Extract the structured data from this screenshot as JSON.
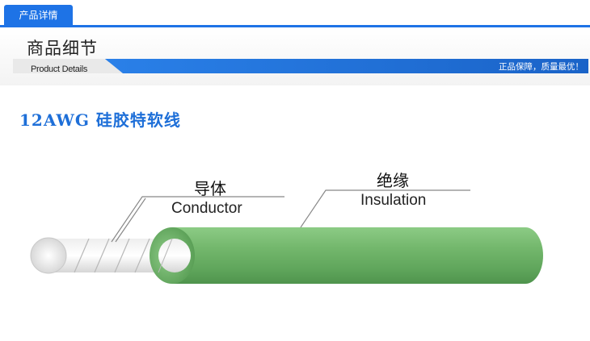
{
  "tabs": [
    {
      "label": "产品详情"
    }
  ],
  "section": {
    "title": "商品细节",
    "subtitle": "Product Details",
    "slogan": "正品保障，质量最优！"
  },
  "product": {
    "title": "12AWG 硅胶特软线"
  },
  "diagram": {
    "conductor": {
      "cn": "导体",
      "en": "Conductor"
    },
    "insulation": {
      "cn": "绝缘",
      "en": "Insulation"
    }
  },
  "colors": {
    "accent": "#1e73e6",
    "title_blue": "#1e6fd8",
    "insulation_green": "#6fb26a"
  }
}
